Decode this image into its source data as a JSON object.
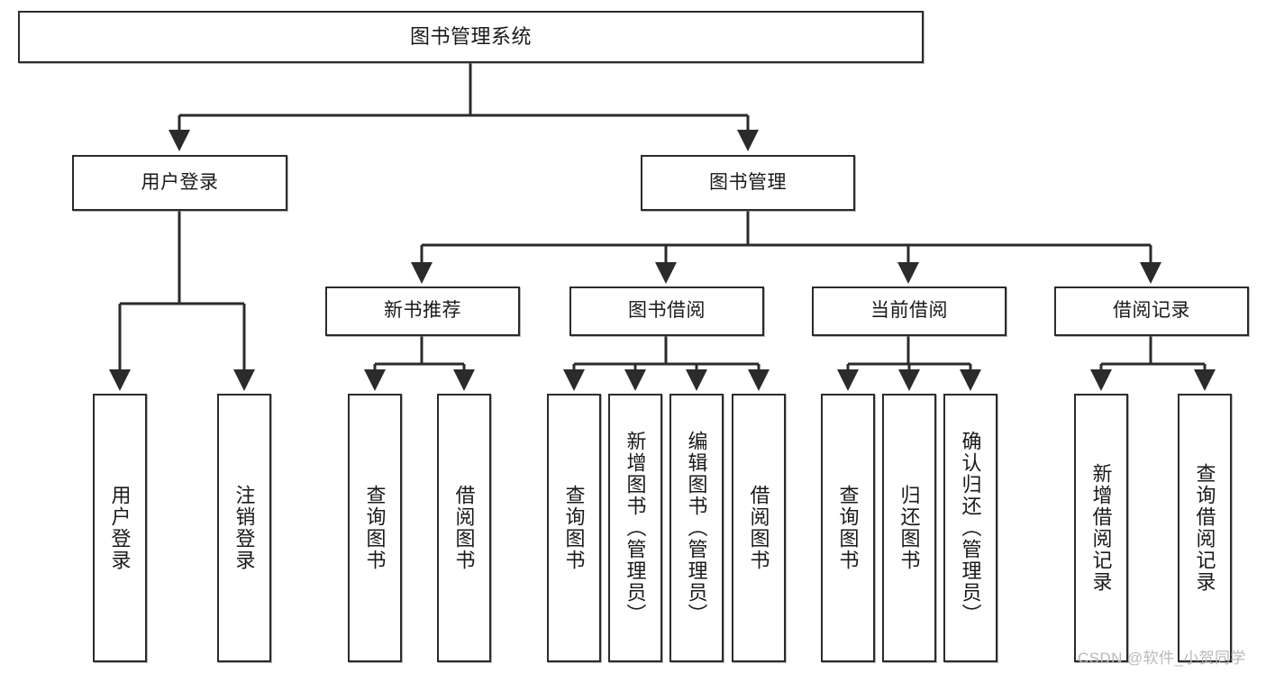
{
  "diagram": {
    "type": "tree-hierarchy",
    "title": "图书管理系统",
    "root": {
      "id": "root",
      "label": "图书管理系统"
    },
    "level2": [
      {
        "id": "user-login",
        "label": "用户登录"
      },
      {
        "id": "book-manage",
        "label": "图书管理"
      }
    ],
    "level3": [
      {
        "id": "new-book-recommend",
        "label": "新书推荐",
        "parent": "book-manage"
      },
      {
        "id": "book-borrow",
        "label": "图书借阅",
        "parent": "book-manage"
      },
      {
        "id": "current-borrow",
        "label": "当前借阅",
        "parent": "book-manage"
      },
      {
        "id": "borrow-record",
        "label": "借阅记录",
        "parent": "book-manage"
      }
    ],
    "leaves": [
      {
        "id": "leaf-user-login",
        "label": "用户登录",
        "parent": "user-login"
      },
      {
        "id": "leaf-user-logout",
        "label": "注销登录",
        "parent": "user-login"
      },
      {
        "id": "leaf-query-book-1",
        "label": "查询图书",
        "parent": "new-book-recommend"
      },
      {
        "id": "leaf-borrow-book-1",
        "label": "借阅图书",
        "parent": "new-book-recommend"
      },
      {
        "id": "leaf-query-book-2",
        "label": "查询图书",
        "parent": "book-borrow"
      },
      {
        "id": "leaf-add-book",
        "label": "新增图书（管理员）",
        "parent": "book-borrow"
      },
      {
        "id": "leaf-edit-book",
        "label": "编辑图书（管理员）",
        "parent": "book-borrow"
      },
      {
        "id": "leaf-borrow-book-2",
        "label": "借阅图书",
        "parent": "book-borrow"
      },
      {
        "id": "leaf-query-book-3",
        "label": "查询图书",
        "parent": "current-borrow"
      },
      {
        "id": "leaf-return-book",
        "label": "归还图书",
        "parent": "current-borrow"
      },
      {
        "id": "leaf-confirm-return",
        "label": "确认归还（管理员）",
        "parent": "current-borrow"
      },
      {
        "id": "leaf-add-record",
        "label": "新增借阅记录",
        "parent": "borrow-record"
      },
      {
        "id": "leaf-query-record",
        "label": "查询借阅记录",
        "parent": "borrow-record"
      }
    ],
    "colors": {
      "stroke": "#2b2b2b",
      "fill": "#ffffff",
      "watermark": "#b9b9b9"
    }
  },
  "watermark": {
    "text": "CSDN @软件_小贺同学"
  }
}
